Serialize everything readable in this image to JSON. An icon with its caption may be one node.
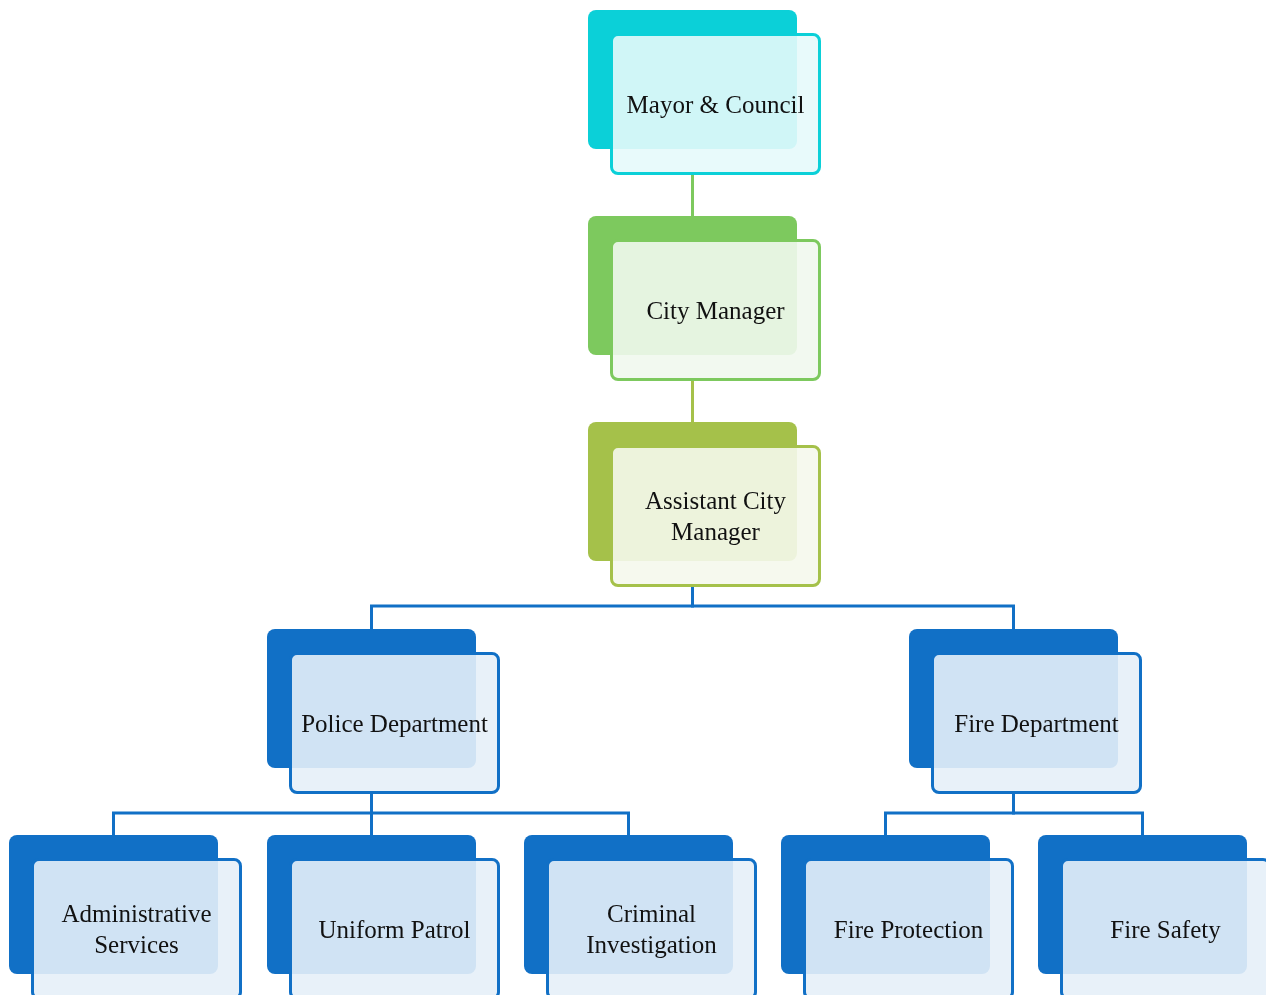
{
  "diagram": {
    "nodes": [
      {
        "text": [
          "Mayor & Council"
        ]
      },
      {
        "text": [
          "City Manager"
        ]
      },
      {
        "text": [
          "Assistant City Manager"
        ]
      },
      {
        "text": [
          "Police Department"
        ]
      },
      {
        "text": [
          "Fire Department"
        ]
      },
      {
        "text": [
          "Administrative Services"
        ]
      },
      {
        "text": [
          "Uniform Patrol"
        ]
      },
      {
        "text": [
          "Criminal Investigation"
        ]
      },
      {
        "text": [
          "Fire Protection"
        ]
      },
      {
        "text": [
          "Fire Safety"
        ]
      }
    ],
    "edges": [
      {
        "from": 0,
        "to": 1,
        "arrow": "none",
        "color": "#7dc95e"
      },
      {
        "from": 1,
        "to": 2,
        "arrow": "none",
        "color": "#a5c14a"
      },
      {
        "from": 2,
        "to": 3,
        "arrow": "none"
      },
      {
        "from": 2,
        "to": 4,
        "arrow": "none"
      },
      {
        "from": 3,
        "to": 5,
        "arrow": "none"
      },
      {
        "from": 3,
        "to": 6,
        "arrow": "none"
      },
      {
        "from": 3,
        "to": 7,
        "arrow": "none"
      },
      {
        "from": 4,
        "to": 8,
        "arrow": "none"
      },
      {
        "from": 4,
        "to": 9,
        "arrow": "none"
      }
    ]
  }
}
